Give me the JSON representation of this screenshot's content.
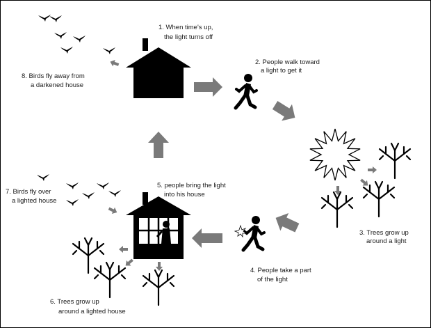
{
  "colors": {
    "ink": "#000000",
    "arrow": "#7a7a7a",
    "window_light": "#ffffff",
    "background": "#ffffff"
  },
  "captions": [
    {
      "id": "step1",
      "lines": [
        "1. When time's up,",
        "the light turns off"
      ]
    },
    {
      "id": "step2",
      "lines": [
        "2. People walk toward",
        "a light to get it"
      ]
    },
    {
      "id": "step3",
      "lines": [
        "3. Trees grow up",
        "around a light"
      ]
    },
    {
      "id": "step4",
      "lines": [
        "4. People take a part",
        "of the light"
      ]
    },
    {
      "id": "step5",
      "lines": [
        "5. people bring  the light",
        "into his house"
      ]
    },
    {
      "id": "step6",
      "lines": [
        "6. Trees grow up",
        "around a lighted house"
      ]
    },
    {
      "id": "step7",
      "lines": [
        "7. Birds fly over",
        "a lighted house"
      ]
    },
    {
      "id": "step8",
      "lines": [
        "8. Birds fly away from",
        "a darkened house"
      ]
    }
  ],
  "icons": {
    "dark_house": "dark-house-icon",
    "lighted_house": "lighted-house-icon",
    "walking_person": "walking-person-icon",
    "person_with_light": "person-carrying-light-icon",
    "light": "starburst-light-icon",
    "tree": "tree-icon",
    "bird": "bird-icon",
    "arrow": "arrow-icon"
  }
}
